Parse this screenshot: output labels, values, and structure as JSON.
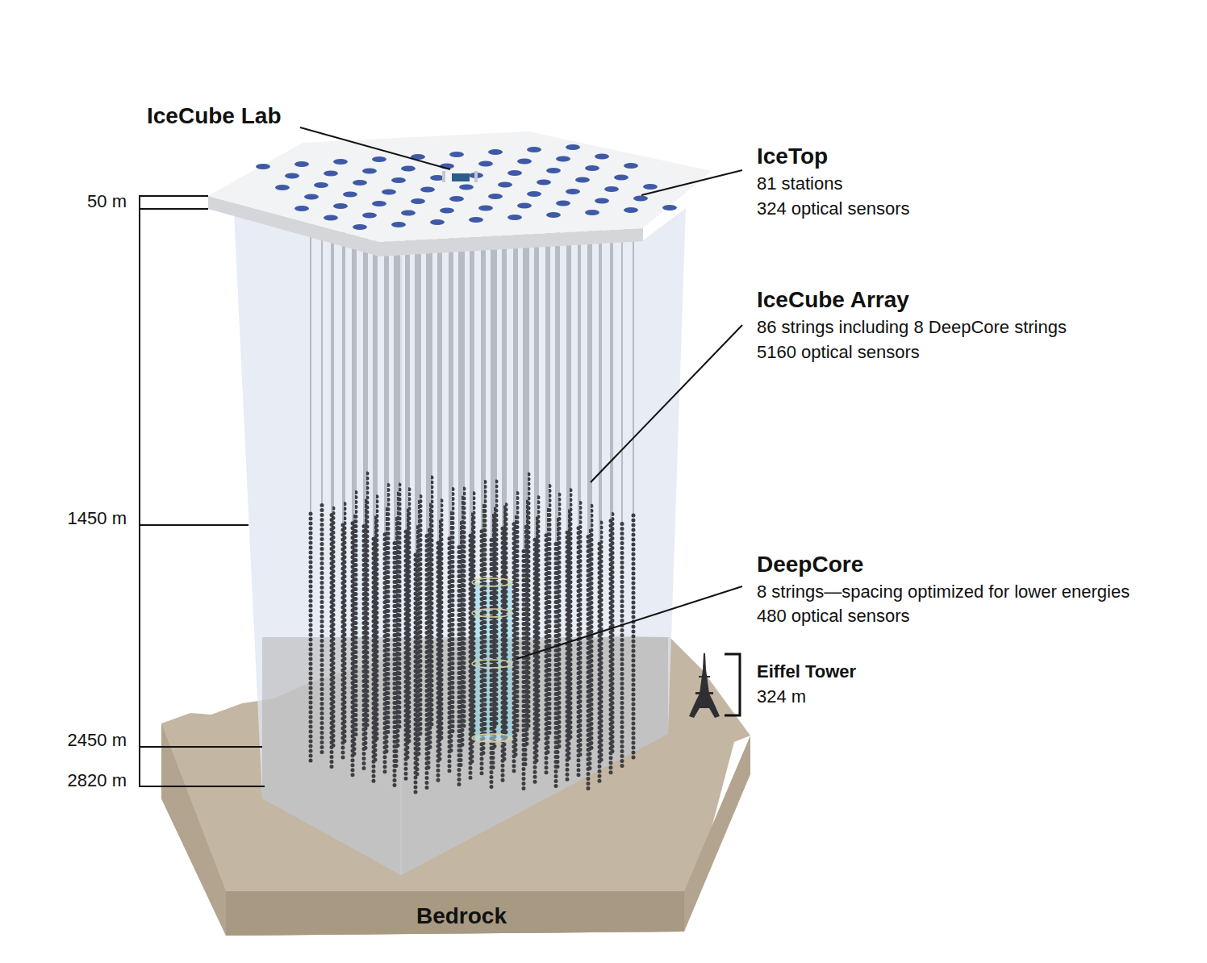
{
  "diagram": {
    "labels": [
      "IceCube Lab",
      "IceTop",
      "81 stations",
      "324 optical sensors",
      "50 m",
      "IceCube Array",
      "86 strings including 8 DeepCore strings",
      "5160 optical sensors",
      "1450 m",
      "DeepCore",
      "8 strings—spacing optimized for lower energies",
      "480 optical sensors",
      "Eiffel Tower",
      "324 m",
      "2450 m",
      "2820 m",
      "Bedrock"
    ]
  }
}
